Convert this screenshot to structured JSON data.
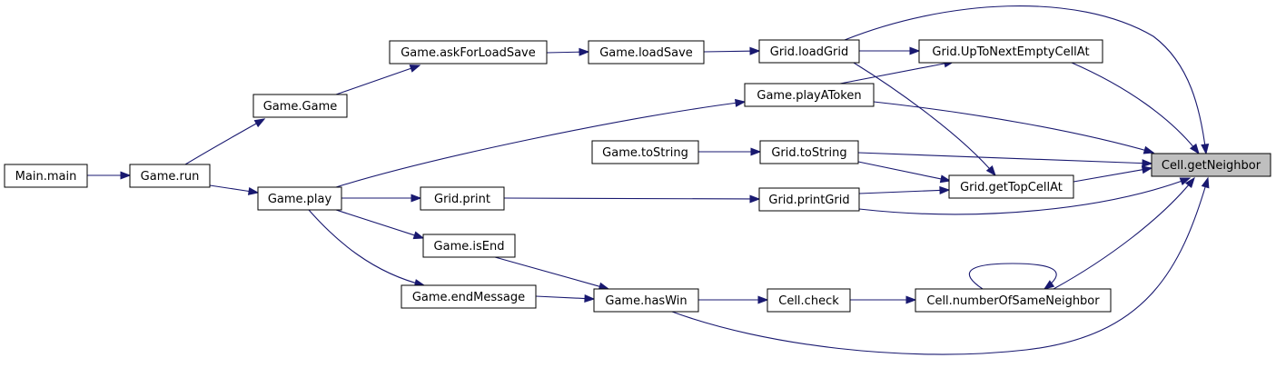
{
  "graph": {
    "nodes": [
      {
        "id": "cell_getNeighbor",
        "label": "Cell.getNeighbor",
        "highlight": true
      },
      {
        "id": "grid_upToNextEmptyCellAt",
        "label": "Grid.UpToNextEmptyCellAt"
      },
      {
        "id": "grid_loadGrid",
        "label": "Grid.loadGrid"
      },
      {
        "id": "game_loadSave",
        "label": "Game.loadSave"
      },
      {
        "id": "game_askForLoadSave",
        "label": "Game.askForLoadSave"
      },
      {
        "id": "game_game",
        "label": "Game.Game"
      },
      {
        "id": "main_main",
        "label": "Main.main"
      },
      {
        "id": "game_run",
        "label": "Game.run"
      },
      {
        "id": "game_play",
        "label": "Game.play"
      },
      {
        "id": "game_playAToken",
        "label": "Game.playAToken"
      },
      {
        "id": "game_toString",
        "label": "Game.toString"
      },
      {
        "id": "grid_toString",
        "label": "Grid.toString"
      },
      {
        "id": "grid_getTopCellAt",
        "label": "Grid.getTopCellAt"
      },
      {
        "id": "grid_print",
        "label": "Grid.print"
      },
      {
        "id": "grid_printGrid",
        "label": "Grid.printGrid"
      },
      {
        "id": "game_isEnd",
        "label": "Game.isEnd"
      },
      {
        "id": "game_endMessage",
        "label": "Game.endMessage"
      },
      {
        "id": "game_hasWin",
        "label": "Game.hasWin"
      },
      {
        "id": "cell_check",
        "label": "Cell.check"
      },
      {
        "id": "cell_numberOfSameNeighbor",
        "label": "Cell.numberOfSameNeighbor"
      }
    ],
    "edges": [
      {
        "from": "main_main",
        "to": "game_run"
      },
      {
        "from": "game_run",
        "to": "game_game"
      },
      {
        "from": "game_run",
        "to": "game_play"
      },
      {
        "from": "game_game",
        "to": "game_askForLoadSave"
      },
      {
        "from": "game_askForLoadSave",
        "to": "game_loadSave"
      },
      {
        "from": "game_loadSave",
        "to": "grid_loadGrid"
      },
      {
        "from": "grid_loadGrid",
        "to": "grid_upToNextEmptyCellAt"
      },
      {
        "from": "grid_loadGrid",
        "to": "cell_getNeighbor"
      },
      {
        "from": "grid_loadGrid",
        "to": "grid_getTopCellAt"
      },
      {
        "from": "game_playAToken",
        "to": "grid_upToNextEmptyCellAt"
      },
      {
        "from": "grid_upToNextEmptyCellAt",
        "to": "cell_getNeighbor"
      },
      {
        "from": "game_play",
        "to": "game_playAToken"
      },
      {
        "from": "game_playAToken",
        "to": "cell_getNeighbor"
      },
      {
        "from": "game_toString",
        "to": "grid_toString"
      },
      {
        "from": "grid_toString",
        "to": "cell_getNeighbor"
      },
      {
        "from": "grid_toString",
        "to": "grid_getTopCellAt"
      },
      {
        "from": "game_play",
        "to": "grid_print"
      },
      {
        "from": "grid_print",
        "to": "grid_printGrid"
      },
      {
        "from": "grid_printGrid",
        "to": "grid_getTopCellAt"
      },
      {
        "from": "grid_printGrid",
        "to": "cell_getNeighbor"
      },
      {
        "from": "grid_getTopCellAt",
        "to": "cell_getNeighbor"
      },
      {
        "from": "game_play",
        "to": "game_isEnd"
      },
      {
        "from": "game_play",
        "to": "game_endMessage"
      },
      {
        "from": "game_isEnd",
        "to": "game_hasWin"
      },
      {
        "from": "game_endMessage",
        "to": "game_hasWin"
      },
      {
        "from": "game_hasWin",
        "to": "cell_check"
      },
      {
        "from": "cell_check",
        "to": "cell_numberOfSameNeighbor"
      },
      {
        "from": "cell_numberOfSameNeighbor",
        "to": "cell_numberOfSameNeighbor"
      },
      {
        "from": "cell_numberOfSameNeighbor",
        "to": "cell_getNeighbor"
      },
      {
        "from": "game_hasWin",
        "to": "cell_getNeighbor"
      }
    ]
  },
  "colors": {
    "edge": "#191970",
    "node_fill": "#ffffff",
    "node_stroke": "#000000",
    "highlight_fill": "#bfbfbf"
  }
}
